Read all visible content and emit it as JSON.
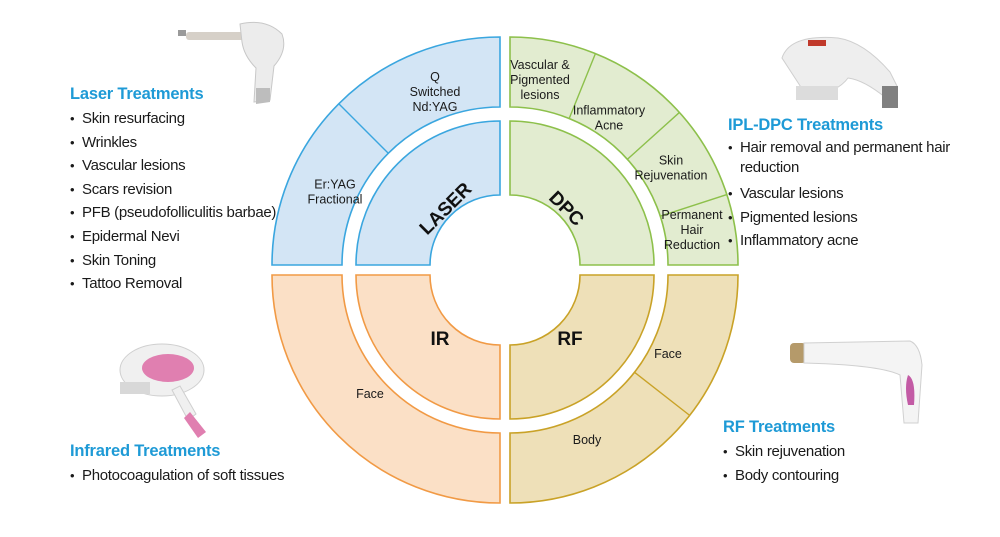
{
  "diagram": {
    "quadrants": [
      {
        "id": "laser",
        "core_label": "LASER",
        "fill": "#d3e5f5",
        "stroke": "#3aa6df",
        "segments": [
          {
            "lines": [
              "Er:YAG",
              "Fractional"
            ]
          },
          {
            "lines": [
              "Q",
              "Switched",
              "Nd:YAG"
            ]
          }
        ]
      },
      {
        "id": "dpc",
        "core_label": "DPC",
        "fill": "#e2ecd0",
        "stroke": "#8dc04b",
        "segments": [
          {
            "lines": [
              "Vascular &",
              "Pigmented",
              "lesions"
            ]
          },
          {
            "lines": [
              "Inflammatory",
              "Acne"
            ]
          },
          {
            "lines": [
              "Skin",
              "Rejuvenation"
            ]
          },
          {
            "lines": [
              "Permanent",
              "Hair",
              "Reduction"
            ]
          }
        ]
      },
      {
        "id": "ir",
        "core_label": "IR",
        "fill": "#fbe0c6",
        "stroke": "#f19a45",
        "segments": [
          {
            "lines": [
              "Face"
            ]
          }
        ]
      },
      {
        "id": "rf",
        "core_label": "RF",
        "fill": "#eee0b8",
        "stroke": "#c9a227",
        "segments": [
          {
            "lines": [
              "Face"
            ]
          },
          {
            "lines": [
              "Body"
            ]
          }
        ]
      }
    ]
  },
  "panels": {
    "laser": {
      "title": "Laser Treatments",
      "items": [
        "Skin resurfacing",
        "Wrinkles",
        "Vascular lesions",
        "Scars revision",
        "PFB (pseudofolliculitis barbae)",
        "Epidermal Nevi",
        "Skin Toning",
        "Tattoo Removal"
      ]
    },
    "ipl": {
      "title": "IPL-DPC Treatments",
      "items": [
        "Hair removal and permanent hair reduction",
        "Vascular lesions",
        "Pigmented lesions",
        "Inflammatory acne"
      ]
    },
    "ir": {
      "title": "Infrared Treatments",
      "items": [
        "Photocoagulation of soft tissues"
      ]
    },
    "rf": {
      "title": "RF Treatments",
      "items": [
        "Skin rejuvenation",
        "Body contouring"
      ]
    }
  },
  "devices": [
    {
      "name": "laser-handpiece",
      "accent": "#c9c9c9"
    },
    {
      "name": "ipl-handpiece",
      "accent": "#c0392b"
    },
    {
      "name": "infrared-handpiece",
      "accent": "#e07fb0"
    },
    {
      "name": "rf-handpiece",
      "accent": "#c35ba5"
    }
  ],
  "colors": {
    "title_blue": "#1e9ad6"
  }
}
